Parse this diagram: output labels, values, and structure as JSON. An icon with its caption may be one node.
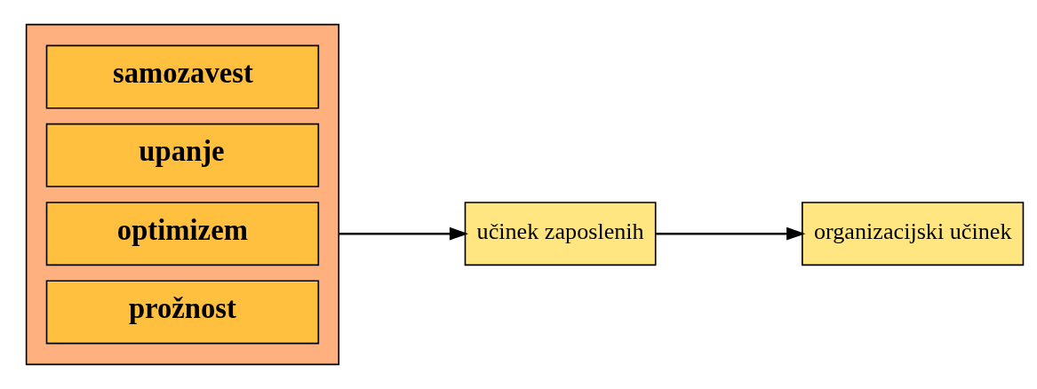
{
  "diagram": {
    "nodes": [
      {
        "text": [],
        "shape": "box"
      },
      {
        "text": [
          "samozavest"
        ],
        "in": 0
      },
      {
        "text": [
          "upanje"
        ],
        "in": 0
      },
      {
        "text": [
          "optimizem"
        ],
        "in": 0
      },
      {
        "text": [
          "prožnost"
        ],
        "in": 0
      },
      {
        "text": [
          "učinek zaposlenih"
        ]
      },
      {
        "text": [
          "organizacijski učinek"
        ]
      }
    ],
    "edges": [
      {
        "from": 0,
        "to": 5,
        "arrow": "to"
      },
      {
        "from": 5,
        "to": 6,
        "arrow": "to"
      }
    ]
  }
}
